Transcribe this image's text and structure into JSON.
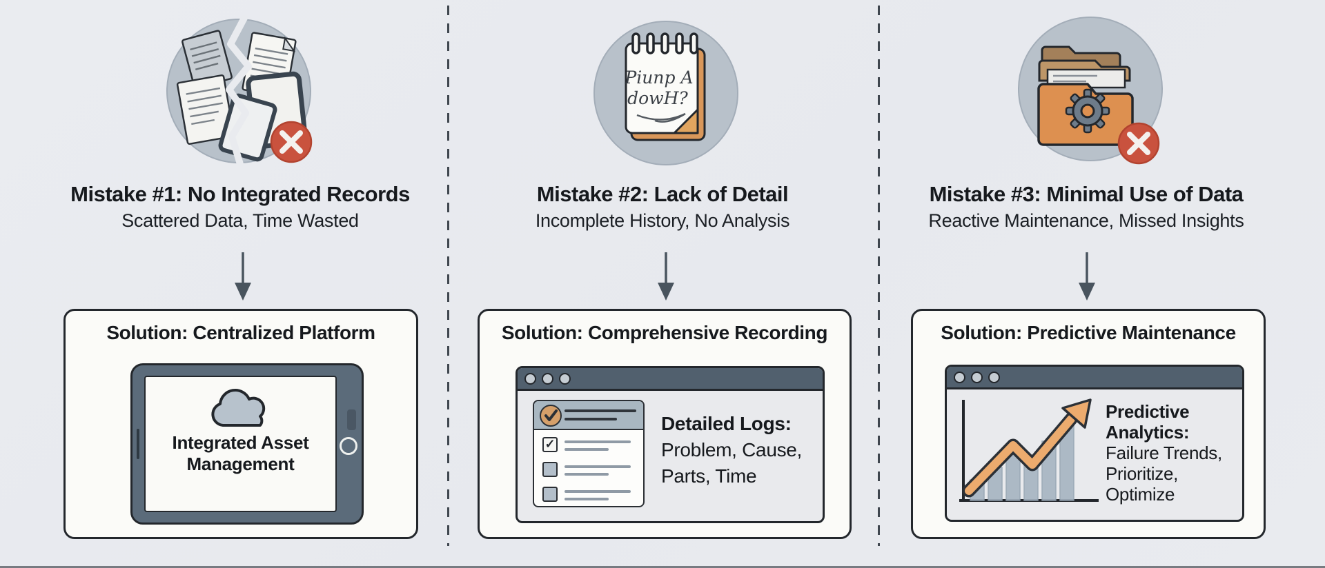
{
  "columns": [
    {
      "id": "mistake-1",
      "icon": "torn-documents-icon",
      "mistake_title": "Mistake #1: No Integrated Records",
      "mistake_subtitle": "Scattered Data, Time Wasted",
      "solution_title": "Solution: Centralized Platform",
      "tablet_label_line1": "Integrated Asset",
      "tablet_label_line2": "Management"
    },
    {
      "id": "mistake-2",
      "icon": "handwritten-notepad-icon",
      "note_line1": "Piunp A",
      "note_line2": "dowH?",
      "mistake_title": "Mistake #2: Lack of Detail",
      "mistake_subtitle": "Incomplete History, No Analysis",
      "solution_title": "Solution: Comprehensive Recording",
      "log_heading": "Detailed Logs:",
      "log_line1": "Problem, Cause,",
      "log_line2": "Parts, Time"
    },
    {
      "id": "mistake-3",
      "icon": "folders-gear-icon",
      "mistake_title": "Mistake #3: Minimal Use of Data",
      "mistake_subtitle": "Reactive Maintenance, Missed Insights",
      "solution_title": "Solution: Predictive Maintenance",
      "analytics_heading_line1": "Predictive",
      "analytics_heading_line2": "Analytics:",
      "analytics_line1": "Failure Trends,",
      "analytics_line2": "Prioritize,",
      "analytics_line3": "Optimize"
    }
  ],
  "colors": {
    "background": "#e8eaee",
    "ink": "#16191d",
    "slate": "#54636f",
    "circle_gray": "#b8c1ca",
    "orange_accent": "#dd9050",
    "red_badge": "#c9523e",
    "panel": "#fbfbf8"
  }
}
